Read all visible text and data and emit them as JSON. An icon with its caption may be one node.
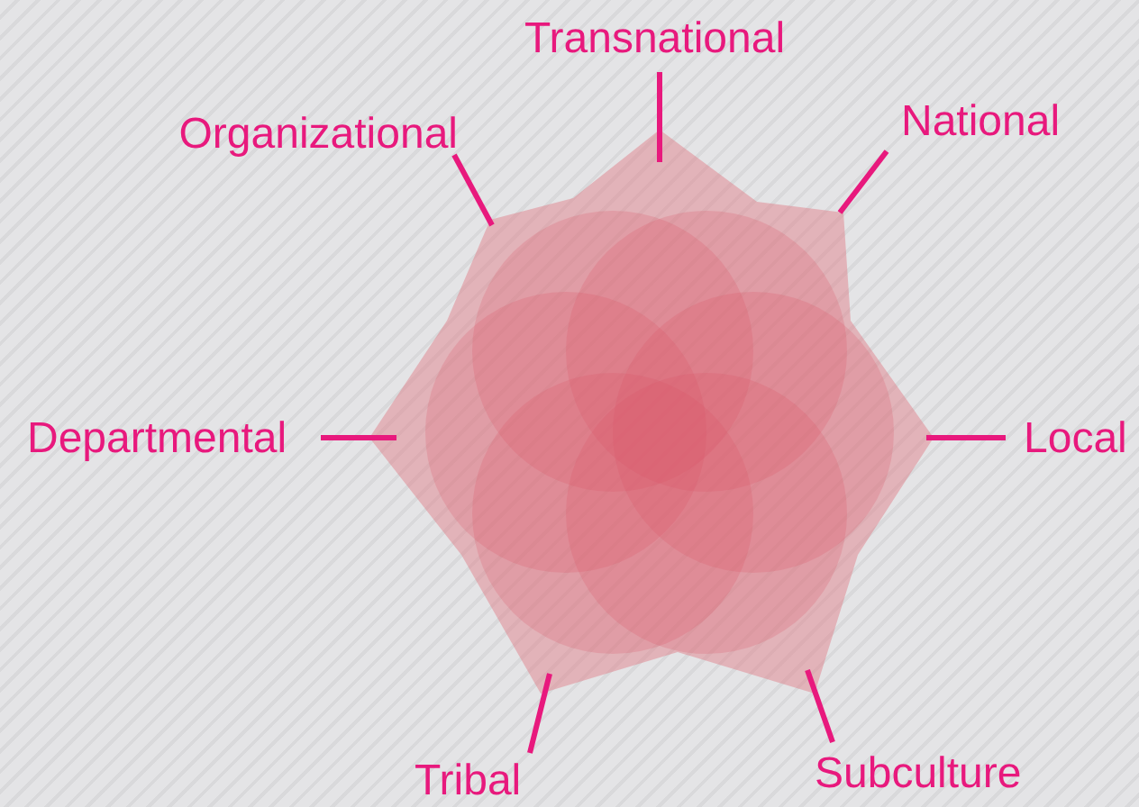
{
  "diagram": {
    "nodes": [
      {
        "text": [
          "Transnational"
        ]
      },
      {
        "text": [
          "Organizational"
        ]
      },
      {
        "text": [
          "National"
        ]
      },
      {
        "text": [
          "Departmental"
        ]
      },
      {
        "text": [
          "Local"
        ]
      },
      {
        "text": [
          "Tribal"
        ]
      },
      {
        "text": [
          "Subculture"
        ]
      }
    ],
    "edges": [
      {
        "from": 0,
        "to": null,
        "arrow": "none"
      },
      {
        "from": 1,
        "to": null,
        "arrow": "none"
      },
      {
        "from": 2,
        "to": null,
        "arrow": "none"
      },
      {
        "from": 3,
        "to": null,
        "arrow": "none"
      },
      {
        "from": 4,
        "to": null,
        "arrow": "none"
      },
      {
        "from": 5,
        "to": null,
        "arrow": "none"
      },
      {
        "from": 6,
        "to": null,
        "arrow": "none"
      }
    ]
  }
}
